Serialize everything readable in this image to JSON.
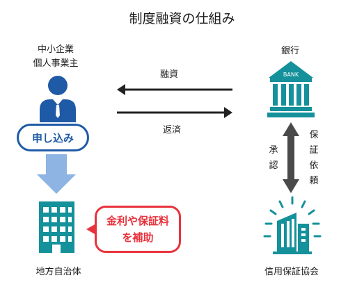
{
  "title": "制度融資の仕組み",
  "borrower": {
    "line1": "中小企業",
    "line2": "個人事業主"
  },
  "bank": {
    "label": "銀行",
    "sign": "BANK"
  },
  "flows": {
    "loan": "融資",
    "repay": "返済"
  },
  "apply": "申し込み",
  "local_gov": "地方自治体",
  "subsidy": {
    "line1": "金利や保証料",
    "line2": "を補助"
  },
  "guarantee": {
    "approve": "承\n認",
    "request": "保\n証\n依\n頼",
    "assoc": "信用保証協会"
  },
  "colors": {
    "navy": "#1f5aa6",
    "teal": "#14919b",
    "red": "#e8323c",
    "arrow_light": "#8db4e2",
    "dark": "#222222",
    "gray": "#4a4a4a"
  }
}
